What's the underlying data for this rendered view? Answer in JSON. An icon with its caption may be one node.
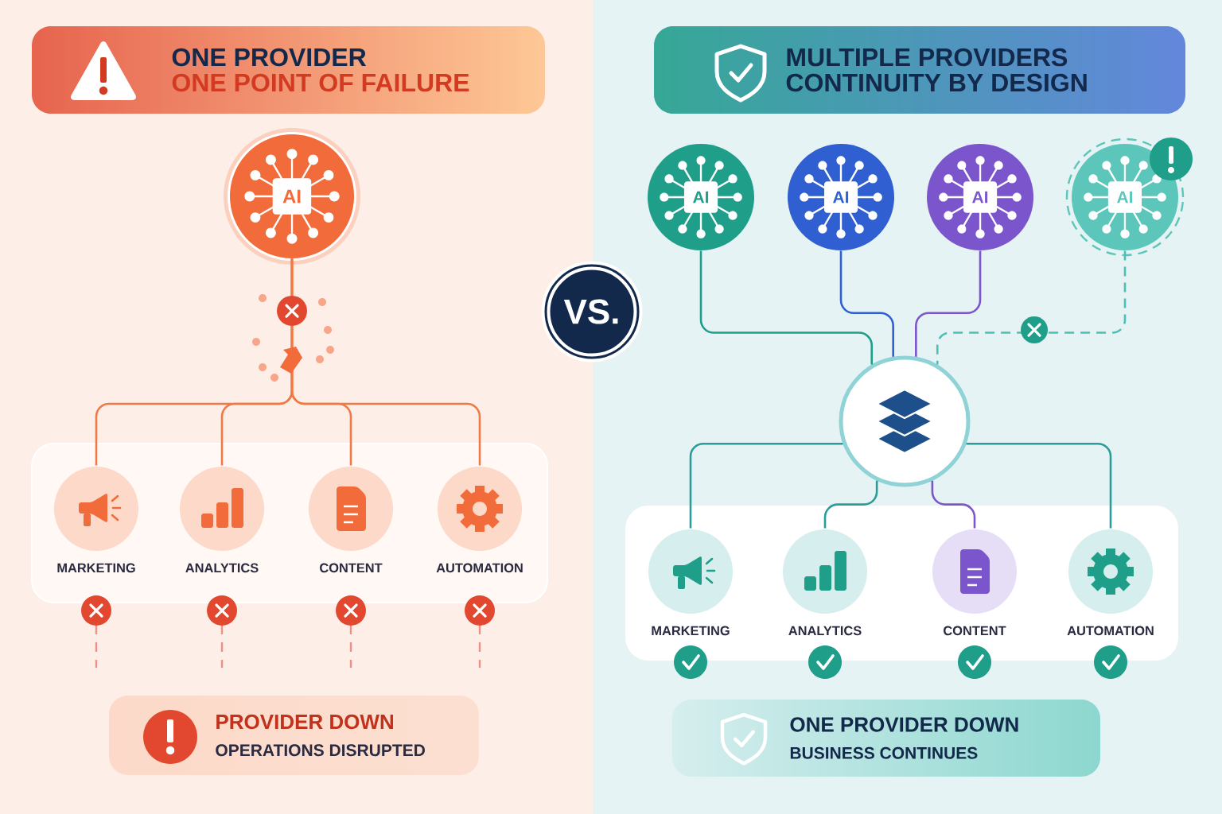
{
  "diagram": {
    "nodes": [
      {
        "text": [
          "ONE PROVIDER",
          "ONE POINT OF FAILURE"
        ]
      },
      {
        "text": [
          "AI"
        ]
      },
      {
        "text": [],
        "shape": "box"
      },
      {
        "text": [
          "MARKETING"
        ],
        "in": 2
      },
      {
        "text": [
          "ANALYTICS"
        ],
        "in": 2
      },
      {
        "text": [
          "CONTENT"
        ],
        "in": 2
      },
      {
        "text": [
          "AUTOMATION"
        ],
        "in": 2
      },
      {
        "text": [
          "PROVIDER DOWN",
          "OPERATIONS DISRUPTED"
        ]
      },
      {
        "text": [
          "VS."
        ]
      },
      {
        "text": [
          "MULTIPLE PROVIDERS",
          "CONTINUITY BY DESIGN"
        ]
      },
      {
        "text": [
          "AI"
        ]
      },
      {
        "text": [
          "AI"
        ]
      },
      {
        "text": [
          "AI"
        ]
      },
      {
        "text": [
          "AI"
        ]
      },
      {
        "text": [],
        "shape": "circle"
      },
      {
        "text": [],
        "shape": "box"
      },
      {
        "text": [
          "MARKETING"
        ],
        "in": 15
      },
      {
        "text": [
          "ANALYTICS"
        ],
        "in": 15
      },
      {
        "text": [
          "CONTENT"
        ],
        "in": 15
      },
      {
        "text": [
          "AUTOMATION"
        ],
        "in": 15
      },
      {
        "text": [
          "ONE PROVIDER DOWN",
          "BUSINESS CONTINUES"
        ]
      }
    ],
    "edges": [
      {
        "from": 1,
        "to": 3,
        "arrow": "none",
        "color": "#f07a45"
      },
      {
        "from": 1,
        "to": 4,
        "arrow": "none",
        "color": "#f07a45"
      },
      {
        "from": 1,
        "to": 5,
        "arrow": "none",
        "color": "#f07a45"
      },
      {
        "from": 1,
        "to": 6,
        "arrow": "none",
        "color": "#f07a45"
      },
      {
        "from": 10,
        "to": 14,
        "arrow": "none",
        "color": "#1f9e8a"
      },
      {
        "from": 11,
        "to": 14,
        "arrow": "none",
        "color": "#2f5fd0"
      },
      {
        "from": 12,
        "to": 14,
        "arrow": "none",
        "color": "#7b55cc"
      },
      {
        "from": 13,
        "to": 14,
        "arrow": "none",
        "style": "dashed",
        "color": "#4cc0b5"
      },
      {
        "from": 14,
        "to": 16,
        "arrow": "none",
        "color": "#2a9d9a"
      },
      {
        "from": 14,
        "to": 17,
        "arrow": "none",
        "color": "#2a9d9a"
      },
      {
        "from": 14,
        "to": 18,
        "arrow": "none",
        "color": "#7b55cc"
      },
      {
        "from": 14,
        "to": 19,
        "arrow": "none",
        "color": "#2a9d9a"
      }
    ]
  }
}
